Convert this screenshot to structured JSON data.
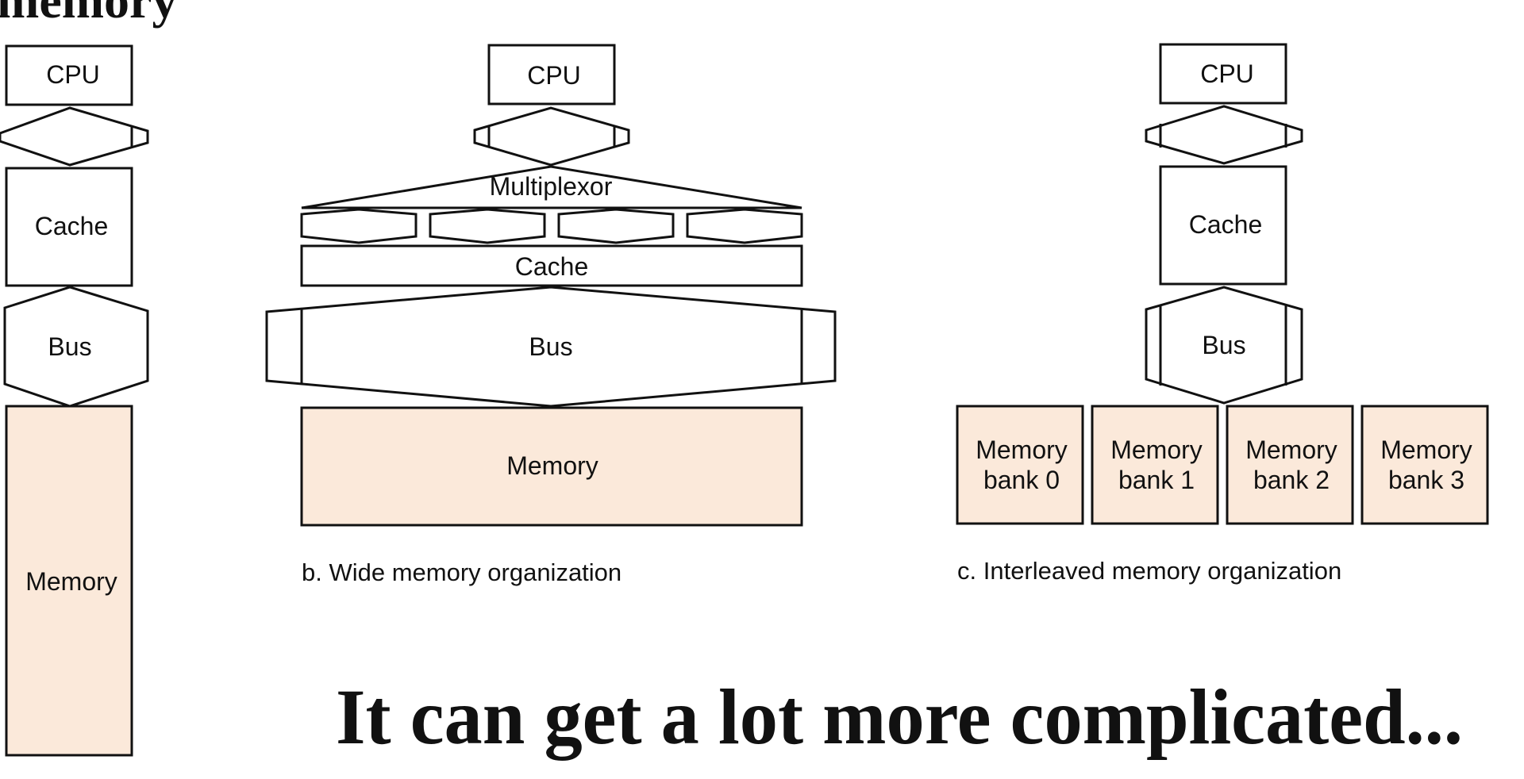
{
  "slide": {
    "heading_fragment": "memory",
    "headline": "It can get a lot more complicated..."
  },
  "colors": {
    "memory_fill": "#fbe9da",
    "stroke": "#111111",
    "background": "#ffffff"
  },
  "diagram_a": {
    "cpu": "CPU",
    "cache": "Cache",
    "bus": "Bus",
    "memory": "Memory"
  },
  "diagram_b": {
    "cpu": "CPU",
    "multiplexor": "Multiplexor",
    "cache": "Cache",
    "bus": "Bus",
    "memory": "Memory",
    "caption": "b. Wide memory organization"
  },
  "diagram_c": {
    "cpu": "CPU",
    "cache": "Cache",
    "bus": "Bus",
    "banks": [
      {
        "line1": "Memory",
        "line2": "bank 0"
      },
      {
        "line1": "Memory",
        "line2": "bank 1"
      },
      {
        "line1": "Memory",
        "line2": "bank 2"
      },
      {
        "line1": "Memory",
        "line2": "bank 3"
      }
    ],
    "caption": "c. Interleaved memory organization"
  }
}
